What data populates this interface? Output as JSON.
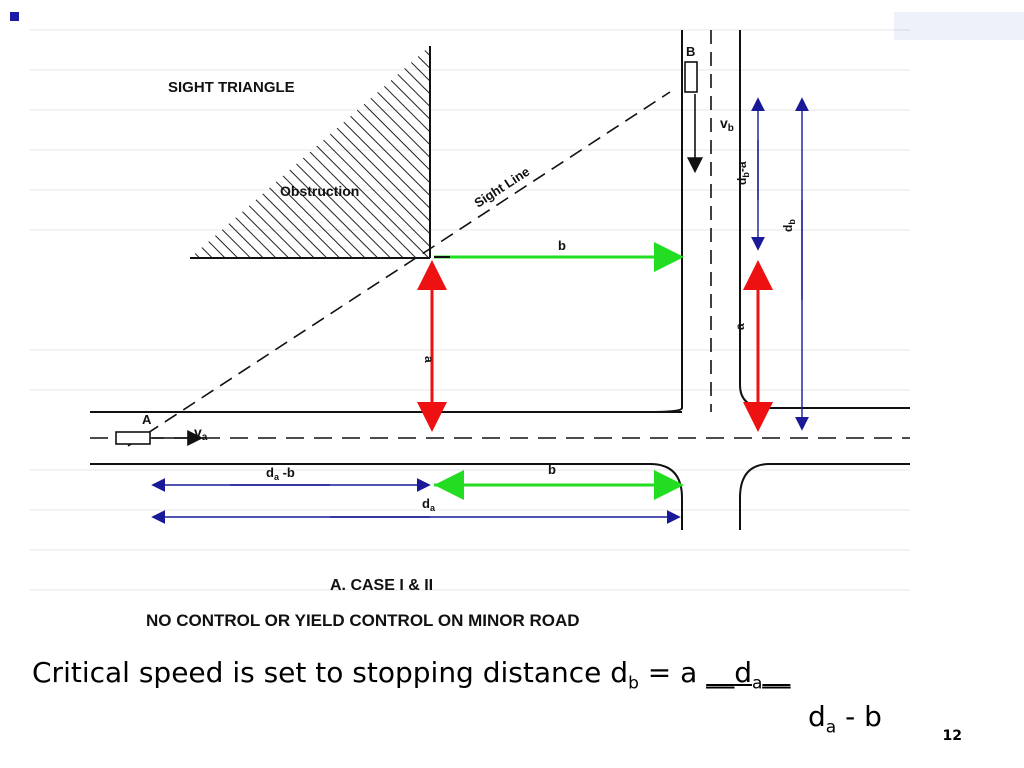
{
  "slide": {
    "number": "12",
    "accent_color": "#1a1aa6"
  },
  "figure": {
    "heading": "SIGHT TRIANGLE",
    "obstruction_label": "Obstruction",
    "sight_line_label": "Sight Line",
    "case_title": "A. CASE I & II",
    "case_subtitle": "NO CONTROL OR YIELD CONTROL ON MINOR ROAD",
    "labels": {
      "b_top": "b",
      "b_bottom": "b",
      "a_left": "a",
      "a_right": "a",
      "vb": "v",
      "vb_sub": "b",
      "va": "v",
      "va_sub": "a",
      "vehicle_a": "A",
      "vehicle_b": "B",
      "db_minus_a": "d",
      "db_minus_a_sub": "b",
      "db_minus_a_rest": "-a",
      "db": "d",
      "db_sub": "b",
      "da_minus_b": "d",
      "da_minus_b_sub": "a",
      "da_minus_b_rest": " -b",
      "da": "d",
      "da_sub": "a"
    },
    "colors": {
      "green_arrow": "#22dd22",
      "red_arrow": "#ee1111",
      "blue_arrow": "#1a1a99",
      "line": "#111111"
    }
  },
  "caption": {
    "text": "Critical speed is set to stopping distance d",
    "sub_b": "b",
    "equals": " = a ",
    "num_pre": "__",
    "num_d": "d",
    "num_sub": "a",
    "num_post": "__",
    "den_d": "d",
    "den_sub": "a",
    "den_rest": " - b"
  }
}
